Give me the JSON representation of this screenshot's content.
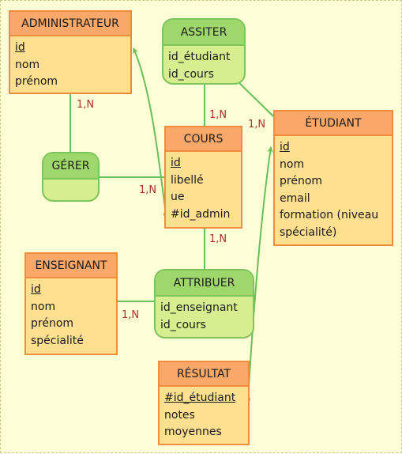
{
  "colors": {
    "entity_border": "#f08c3c",
    "entity_header": "#f9a86a",
    "entity_body": "#ffdf90",
    "assoc_border": "#7cc55a",
    "assoc_header": "#9ed76b",
    "assoc_body": "#d6ee8f",
    "link": "#6abf5a",
    "cardinality": "#a83232"
  },
  "entities": {
    "administrateur": {
      "title": "ADMINISTRATEUR",
      "attributes": [
        "id",
        "nom",
        "prénom"
      ]
    },
    "cours": {
      "title": "COURS",
      "attributes": [
        "id",
        "libellé",
        "ue",
        "#id_admin"
      ]
    },
    "etudiant": {
      "title": "ÉTUDIANT",
      "attributes": [
        "id",
        "nom",
        "prénom",
        "email",
        "formation (niveau",
        "spécialité)"
      ]
    },
    "enseignant": {
      "title": "ENSEIGNANT",
      "attributes": [
        "id",
        "nom",
        "prénom",
        "spécialité"
      ]
    },
    "resultat": {
      "title": "RÉSULTAT",
      "attributes": [
        "#id_étudiant",
        "notes",
        "moyennes"
      ]
    }
  },
  "associations": {
    "assiter": {
      "title": "ASSITER",
      "attributes": [
        "id_étudiant",
        "id_cours"
      ]
    },
    "gerer": {
      "title": "GÉRER",
      "attributes": []
    },
    "attribuer": {
      "title": "ATTRIBUER",
      "attributes": [
        "id_enseignant",
        "id_cours"
      ]
    }
  },
  "cardinalities": {
    "admin_gerer": "1,N",
    "gerer_cours": "1,N",
    "assiter_cours": "1,N",
    "assiter_etudiant": "1,N",
    "cours_attribuer": "1,N",
    "enseignant_attribuer": "1,N"
  }
}
